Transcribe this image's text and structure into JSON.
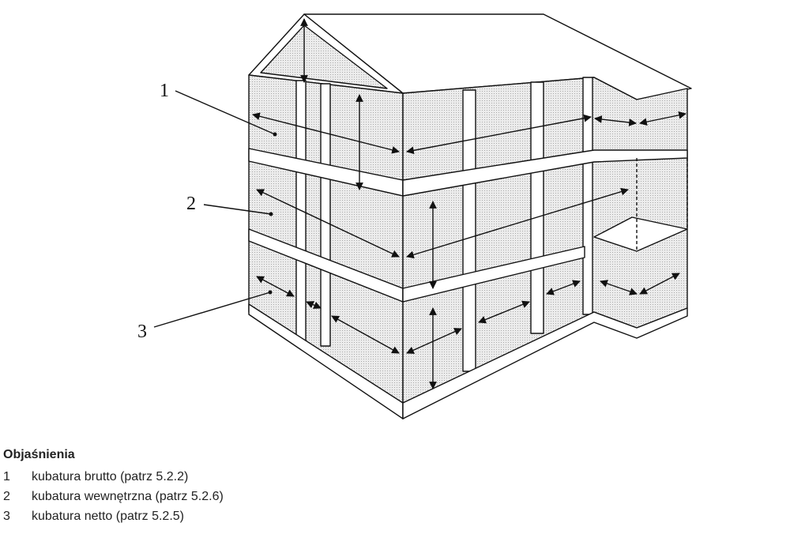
{
  "diagram": {
    "callouts": [
      "1",
      "2",
      "3"
    ],
    "fill_color": "#e4e4e4",
    "line_color": "#111111"
  },
  "legend": {
    "title": "Objaśnienia",
    "items": [
      {
        "num": "1",
        "text": "kubatura brutto (patrz 5.2.2)"
      },
      {
        "num": "2",
        "text": "kubatura wewnętrzna (patrz 5.2.6)"
      },
      {
        "num": "3",
        "text": "kubatura netto (patrz 5.2.5)"
      }
    ]
  }
}
